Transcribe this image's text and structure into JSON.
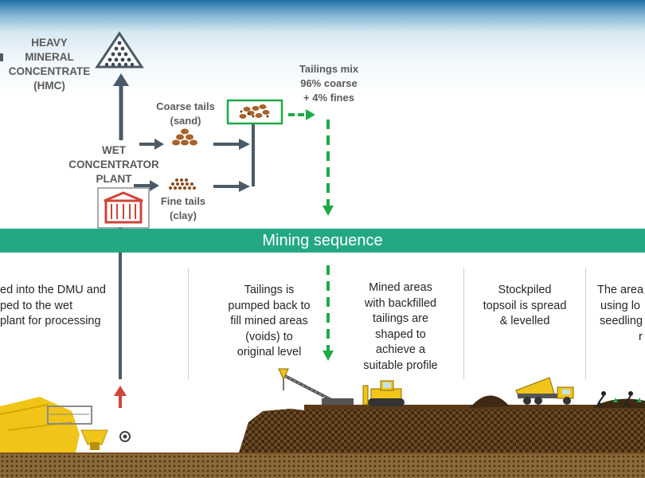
{
  "labels": {
    "hmc": "HEAVY MINERAL CONCENTRATE (HMC)",
    "hmc_l1": "HEAVY",
    "hmc_l2": "MINERAL",
    "hmc_l3": "CONCENTRATE",
    "hmc_l4": "(HMC)",
    "wcp_l1": "WET",
    "wcp_l2": "CONCENTRATOR",
    "wcp_l3": "PLANT",
    "coarse_l1": "Coarse tails",
    "coarse_l2": "(sand)",
    "fine_l1": "Fine tails",
    "fine_l2": "(clay)",
    "mix_l1": "Tailings mix",
    "mix_l2": "96% coarse",
    "mix_l3": "+ 4% fines"
  },
  "band": {
    "title": "Mining  sequence"
  },
  "steps": [
    {
      "lines": [
        "ed into the DMU and",
        "ped to the wet",
        "plant for processing"
      ]
    },
    {
      "lines": [
        "Tailings is",
        "pumped back to",
        "fill mined areas",
        "(voids) to",
        "original level"
      ]
    },
    {
      "lines": [
        "Mined areas",
        "with backfilled",
        "tailings are",
        "shaped to",
        "achieve a",
        "suitable profile"
      ]
    },
    {
      "lines": [
        "Stockpiled",
        "topsoil is spread",
        "& levelled"
      ]
    },
    {
      "lines": [
        "The area",
        "using lo",
        "seedling",
        "r"
      ]
    }
  ],
  "colors": {
    "flow_arrow": "#4b5a66",
    "green_dashed": "#1faa48",
    "band": "#23a884",
    "plant_red": "#d0443a",
    "soil": "#6e4a22",
    "machinery": "#f0c419"
  },
  "icons": [
    "heavy-mineral-pile-icon",
    "wet-concentrator-plant-icon",
    "coarse-sand-pile-icon",
    "fine-clay-pile-icon",
    "tailings-mix-box-icon",
    "dredge-mining-unit-icon",
    "stacker-crane-icon",
    "bulldozer-icon",
    "dump-truck-icon",
    "workers-planting-icon"
  ]
}
